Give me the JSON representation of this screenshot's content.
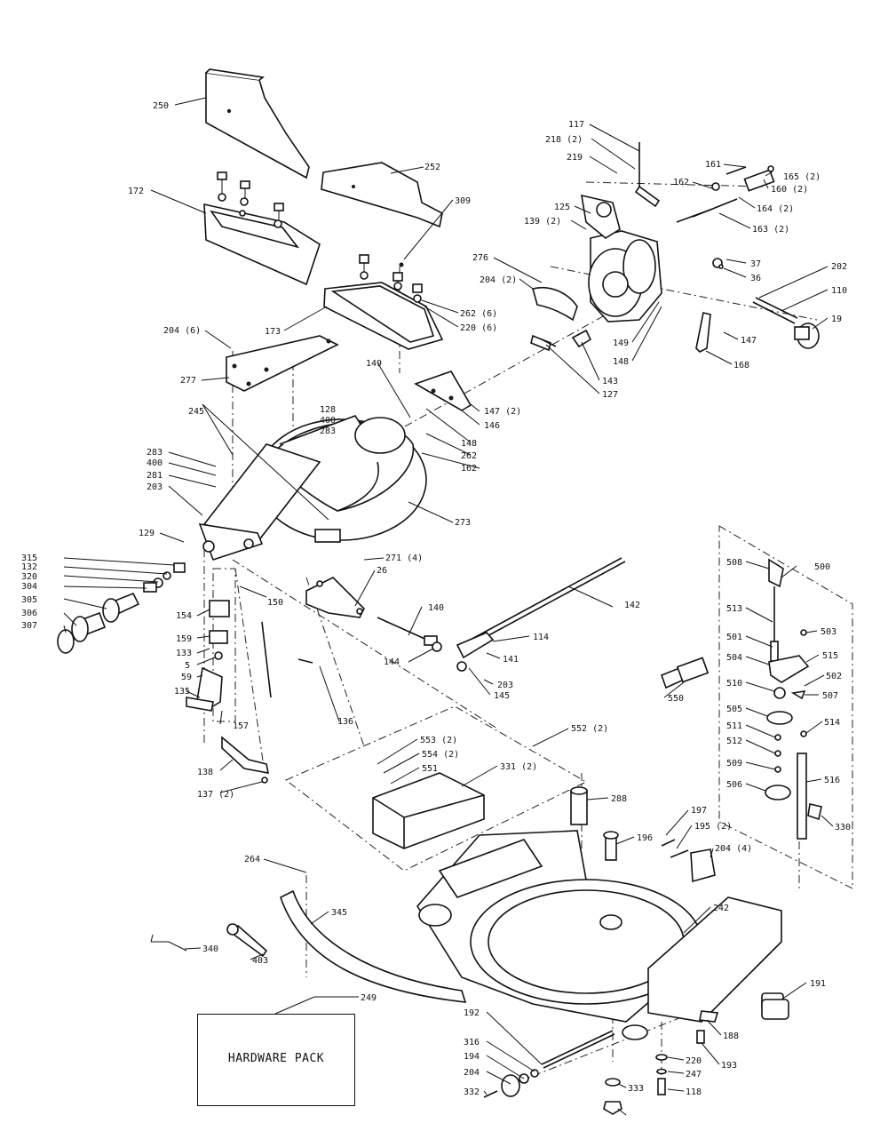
{
  "hardware_pack": {
    "label": "HARDWARE PACK"
  },
  "labels": [
    "250",
    "252",
    "172",
    "173",
    "309",
    "262 (6)",
    "220 (6)",
    "204 (6)",
    "277",
    "117",
    "218 (2)",
    "219",
    "125",
    "139 (2)",
    "276",
    "204 (2)",
    "161",
    "162",
    "165 (2)",
    "160 (2)",
    "164 (2)",
    "163 (2)",
    "37",
    "36",
    "202",
    "110",
    "19",
    "147",
    "168",
    "149",
    "148",
    "143",
    "127",
    "128",
    "400",
    "283",
    "149",
    "148",
    "262",
    "162",
    "147 (2)",
    "146",
    "245",
    "283",
    "400",
    "281",
    "203",
    "273",
    "129",
    "315",
    "132",
    "320",
    "304",
    "305",
    "306",
    "307",
    "271 (4)",
    "26",
    "150",
    "154",
    "159",
    "133",
    "5",
    "59",
    "135",
    "157",
    "136",
    "138",
    "137 (2)",
    "140",
    "142",
    "114",
    "141",
    "144",
    "203",
    "145",
    "500",
    "508",
    "513",
    "501",
    "503",
    "504",
    "515",
    "510",
    "502",
    "507",
    "505",
    "511",
    "512",
    "509",
    "506",
    "514",
    "516",
    "330",
    "550",
    "552 (2)",
    "553 (2)",
    "554 (2)",
    "551",
    "331 (2)",
    "288",
    "196",
    "197",
    "195 (2)",
    "204 (4)",
    "264",
    "345",
    "340",
    "403",
    "249",
    "242",
    "191",
    "188",
    "193",
    "192",
    "316",
    "194",
    "204",
    "332",
    "220",
    "247",
    "333",
    "118"
  ]
}
